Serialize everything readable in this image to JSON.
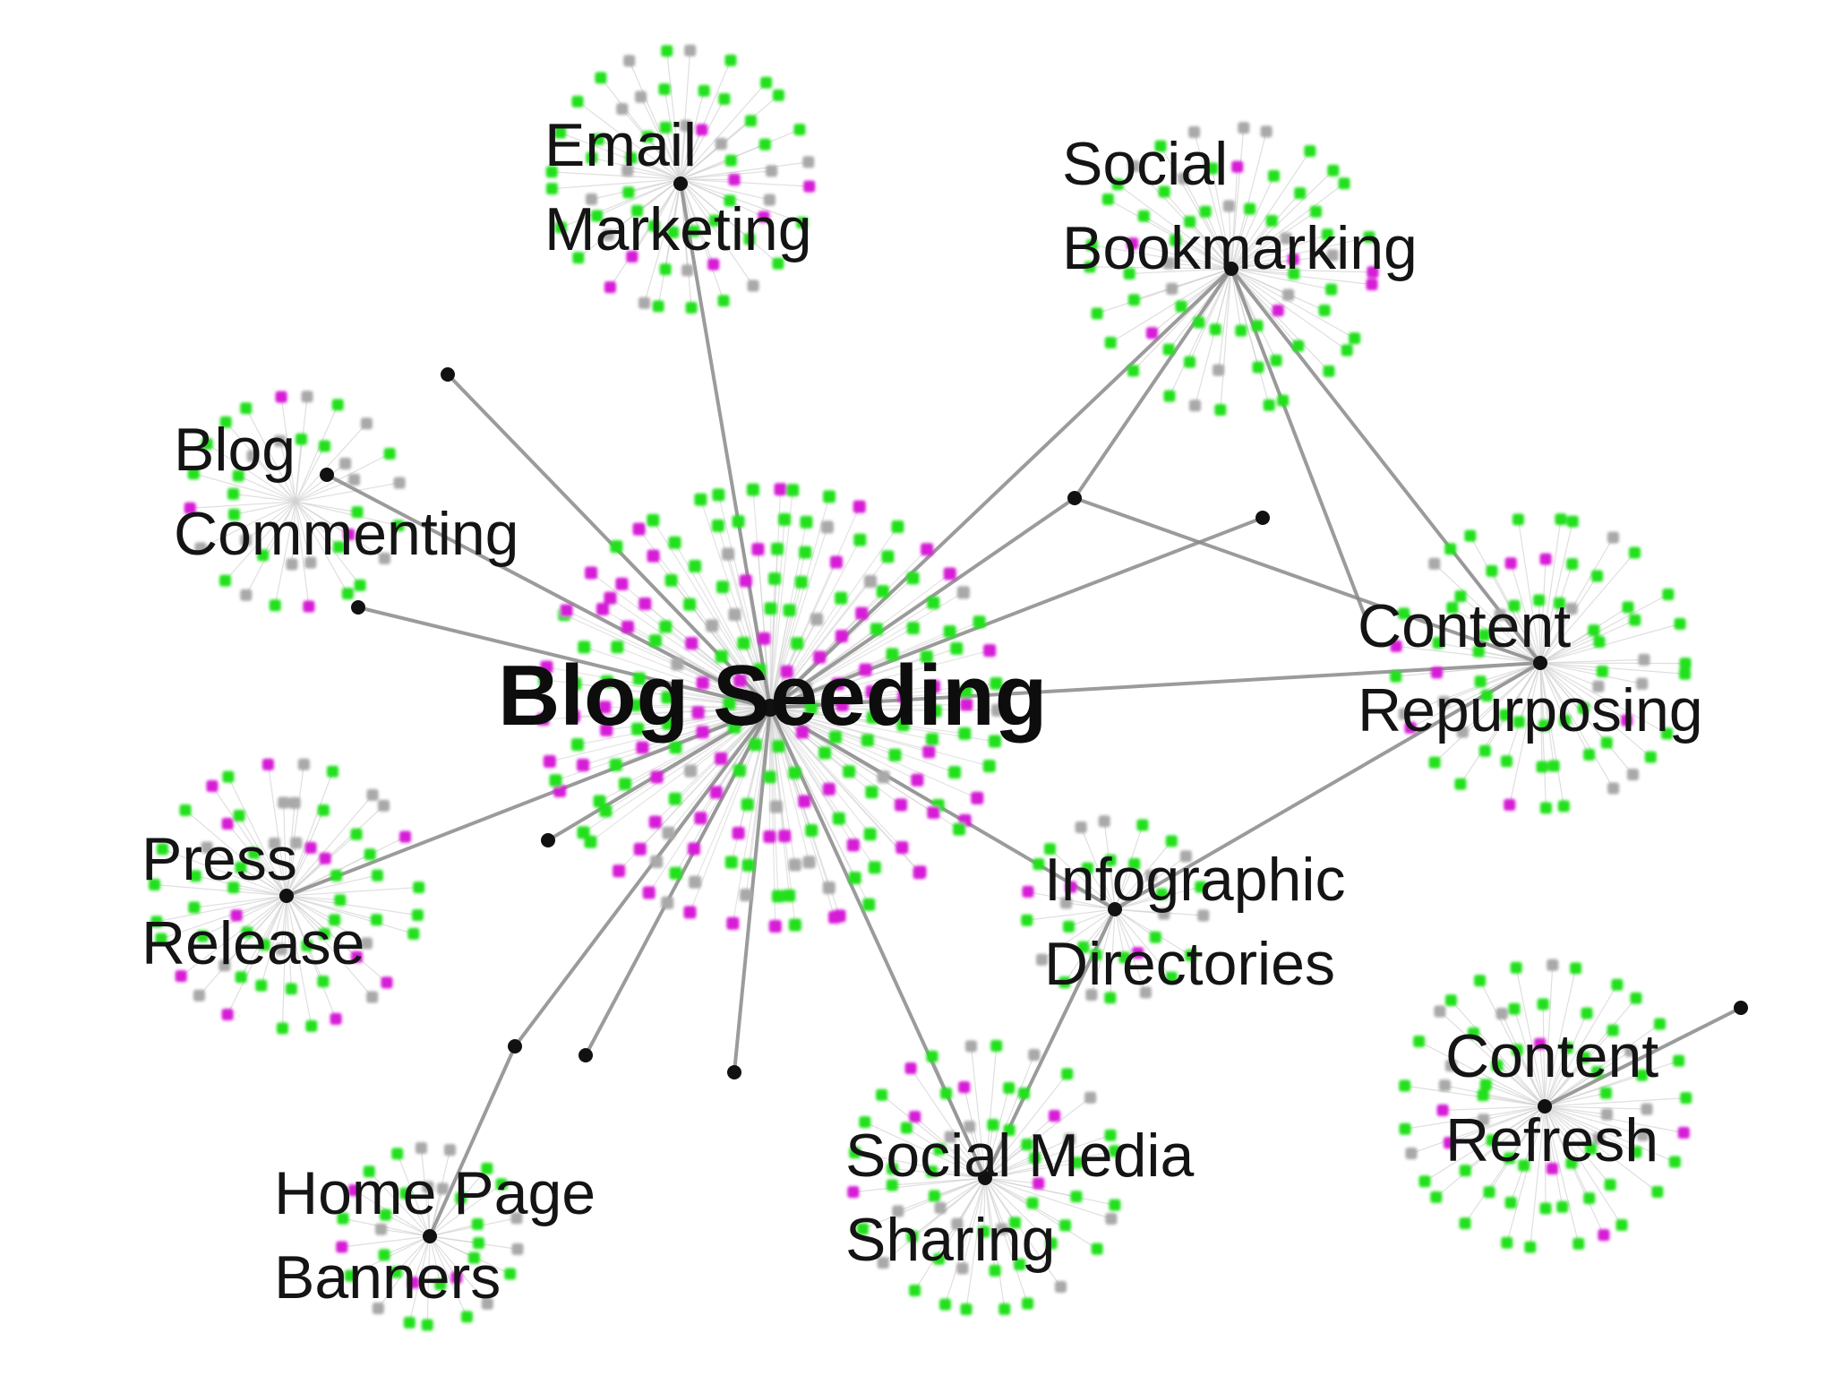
{
  "diagram": {
    "center": {
      "label": "Blog Seeding"
    },
    "nodes": [
      {
        "id": "email",
        "lines": [
          "Email",
          "Marketing"
        ]
      },
      {
        "id": "social-bookmarking",
        "lines": [
          "Social",
          "Bookmarking"
        ]
      },
      {
        "id": "blog-commenting",
        "lines": [
          "Blog",
          "Commenting"
        ]
      },
      {
        "id": "content-repurposing",
        "lines": [
          "Content",
          "Repurposing"
        ]
      },
      {
        "id": "press-release",
        "lines": [
          "Press",
          "Release"
        ]
      },
      {
        "id": "infographic",
        "lines": [
          "Infographic",
          "Directories"
        ]
      },
      {
        "id": "content-refresh",
        "lines": [
          "Content",
          "Refresh"
        ]
      },
      {
        "id": "social-media",
        "lines": [
          "Social Media",
          "Sharing"
        ]
      },
      {
        "id": "home-page",
        "lines": [
          "Home Page",
          "Banners"
        ]
      }
    ]
  },
  "colors": {
    "green": "#22e01f",
    "magenta": "#d61cd6",
    "gray": "#a9a9a9",
    "hub": "#111111",
    "edge": "#8a8a8a",
    "faint_edge": "#d2d2d2"
  }
}
